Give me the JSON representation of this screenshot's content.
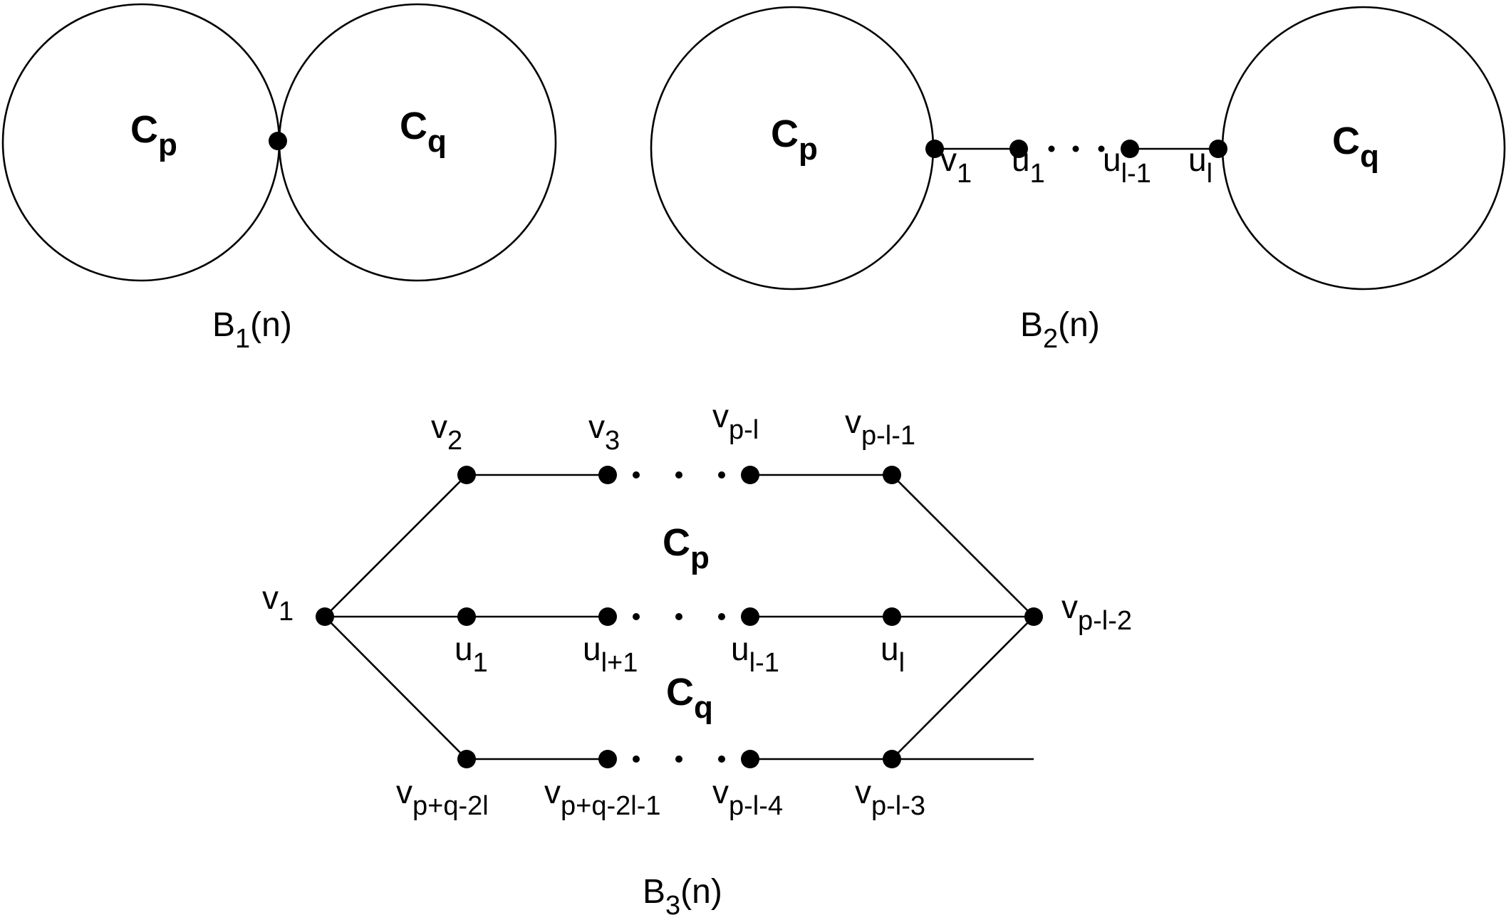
{
  "b1": {
    "cycle_left": {
      "main": "C",
      "sub": "p"
    },
    "cycle_right": {
      "main": "C",
      "sub": "q"
    },
    "caption": {
      "main": "B",
      "sub": "1",
      "suffix": "(n)"
    }
  },
  "b2": {
    "cycle_left": {
      "main": "C",
      "sub": "p"
    },
    "cycle_right": {
      "main": "C",
      "sub": "q"
    },
    "labels": {
      "v1": {
        "main": "v",
        "sub": "1"
      },
      "u1": {
        "main": "u",
        "sub": "1"
      },
      "ul1": {
        "main": "u",
        "sub": "l-1"
      },
      "ul": {
        "main": "u",
        "sub": "l"
      }
    },
    "caption": {
      "main": "B",
      "sub": "2",
      "suffix": "(n)"
    }
  },
  "b3": {
    "cycle_top": {
      "main": "C",
      "sub": "p"
    },
    "cycle_bottom": {
      "main": "C",
      "sub": "q"
    },
    "top_labels": {
      "v2": {
        "main": "v",
        "sub": "2"
      },
      "v3": {
        "main": "v",
        "sub": "3"
      },
      "vpl": {
        "main": "v",
        "sub": "p-l"
      },
      "vpl1": {
        "main": "v",
        "sub": "p-l-1"
      }
    },
    "mid_labels": {
      "v1": {
        "main": "v",
        "sub": "1"
      },
      "u1": {
        "main": "u",
        "sub": "1"
      },
      "ulp1": {
        "main": "u",
        "sub": "l+1"
      },
      "ul1": {
        "main": "u",
        "sub": "l-1"
      },
      "ul": {
        "main": "u",
        "sub": "l"
      },
      "vpl2": {
        "main": "v",
        "sub": "p-l-2"
      }
    },
    "bottom_labels": {
      "vpq2l": {
        "main": "v",
        "sub": "p+q-2l"
      },
      "vpq2l1": {
        "main": "v",
        "sub": "p+q-2l-1"
      },
      "vpl4": {
        "main": "v",
        "sub": "p-l-4"
      },
      "vpl3": {
        "main": "v",
        "sub": "p-l-3"
      }
    },
    "caption": {
      "main": "B",
      "sub": "3",
      "suffix": "(n)"
    }
  }
}
